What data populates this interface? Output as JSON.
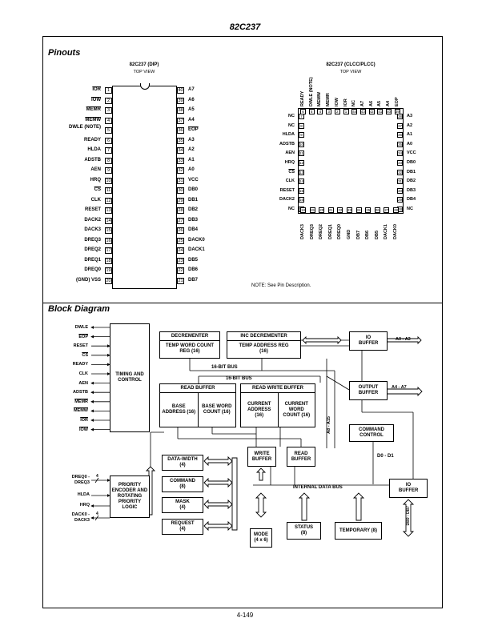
{
  "header": {
    "title": "82C237"
  },
  "pinouts": {
    "section_title": "Pinouts",
    "dip": {
      "title": "82C237 (DIP)",
      "subtitle": "TOP VIEW",
      "left_pins": [
        {
          "num": "1",
          "name": "IOR",
          "over": true
        },
        {
          "num": "2",
          "name": "IOW",
          "over": true
        },
        {
          "num": "3",
          "name": "MEMR",
          "over": true
        },
        {
          "num": "4",
          "name": "MEMW",
          "over": true
        },
        {
          "num": "5",
          "name": "DWLE (NOTE)",
          "over": false
        },
        {
          "num": "6",
          "name": "READY",
          "over": false
        },
        {
          "num": "7",
          "name": "HLDA",
          "over": false
        },
        {
          "num": "8",
          "name": "ADSTB",
          "over": false
        },
        {
          "num": "9",
          "name": "AEN",
          "over": false
        },
        {
          "num": "10",
          "name": "HRQ",
          "over": false
        },
        {
          "num": "11",
          "name": "CS",
          "over": true
        },
        {
          "num": "12",
          "name": "CLK",
          "over": false
        },
        {
          "num": "13",
          "name": "RESET",
          "over": false
        },
        {
          "num": "14",
          "name": "DACK2",
          "over": false
        },
        {
          "num": "15",
          "name": "DACK3",
          "over": false
        },
        {
          "num": "16",
          "name": "DREQ3",
          "over": false
        },
        {
          "num": "17",
          "name": "DREQ2",
          "over": false
        },
        {
          "num": "18",
          "name": "DREQ1",
          "over": false
        },
        {
          "num": "19",
          "name": "DREQ0",
          "over": false
        },
        {
          "num": "20",
          "name": "(GND) VSS",
          "over": false
        }
      ],
      "right_pins": [
        {
          "num": "40",
          "name": "A7",
          "over": false
        },
        {
          "num": "39",
          "name": "A6",
          "over": false
        },
        {
          "num": "38",
          "name": "A5",
          "over": false
        },
        {
          "num": "37",
          "name": "A4",
          "over": false
        },
        {
          "num": "36",
          "name": "EOP",
          "over": true
        },
        {
          "num": "35",
          "name": "A3",
          "over": false
        },
        {
          "num": "34",
          "name": "A2",
          "over": false
        },
        {
          "num": "33",
          "name": "A1",
          "over": false
        },
        {
          "num": "32",
          "name": "A0",
          "over": false
        },
        {
          "num": "31",
          "name": "VCC",
          "over": false
        },
        {
          "num": "30",
          "name": "DB0",
          "over": false
        },
        {
          "num": "29",
          "name": "DB1",
          "over": false
        },
        {
          "num": "28",
          "name": "DB2",
          "over": false
        },
        {
          "num": "27",
          "name": "DB3",
          "over": false
        },
        {
          "num": "26",
          "name": "DB4",
          "over": false
        },
        {
          "num": "25",
          "name": "DACK0",
          "over": false
        },
        {
          "num": "24",
          "name": "DACK1",
          "over": false
        },
        {
          "num": "23",
          "name": "DB5",
          "over": false
        },
        {
          "num": "22",
          "name": "DB6",
          "over": false
        },
        {
          "num": "21",
          "name": "DB7",
          "over": false
        }
      ]
    },
    "plcc": {
      "title": "82C237 (CLCC/PLCC)",
      "subtitle": "TOP VIEW",
      "top_pins": [
        {
          "num": "6",
          "name": "READY"
        },
        {
          "num": "5",
          "name": "DWLE (NOTE)"
        },
        {
          "num": "4",
          "name": "MEMW"
        },
        {
          "num": "3",
          "name": "MEMR"
        },
        {
          "num": "2",
          "name": "IOW"
        },
        {
          "num": "1",
          "name": "IOR"
        },
        {
          "num": "44",
          "name": "NC"
        },
        {
          "num": "43",
          "name": "A7"
        },
        {
          "num": "42",
          "name": "A6"
        },
        {
          "num": "41",
          "name": "A5"
        },
        {
          "num": "40",
          "name": "A4"
        },
        {
          "num": "39",
          "name": "EOP"
        }
      ],
      "left_pins": [
        {
          "num": "7",
          "name": "NC"
        },
        {
          "num": "8",
          "name": "NC"
        },
        {
          "num": "9",
          "name": "HLDA"
        },
        {
          "num": "10",
          "name": "ADSTB"
        },
        {
          "num": "11",
          "name": "AEN"
        },
        {
          "num": "12",
          "name": "HRQ"
        },
        {
          "num": "13",
          "name": "CS"
        },
        {
          "num": "14",
          "name": "CLK"
        },
        {
          "num": "15",
          "name": "RESET"
        },
        {
          "num": "16",
          "name": "DACK2"
        },
        {
          "num": "17",
          "name": "NC"
        }
      ],
      "right_pins": [
        {
          "num": "38",
          "name": "A3"
        },
        {
          "num": "37",
          "name": "A2"
        },
        {
          "num": "36",
          "name": "A1"
        },
        {
          "num": "35",
          "name": "A0"
        },
        {
          "num": "34",
          "name": "VCC"
        },
        {
          "num": "33",
          "name": "DB0"
        },
        {
          "num": "32",
          "name": "DB1"
        },
        {
          "num": "31",
          "name": "DB2"
        },
        {
          "num": "30",
          "name": "DB3"
        },
        {
          "num": "29",
          "name": "DB4"
        },
        {
          "num": "28",
          "name": "NC"
        }
      ],
      "bottom_pins": [
        {
          "num": "18",
          "name": "DACK3"
        },
        {
          "num": "19",
          "name": "DREQ3"
        },
        {
          "num": "20",
          "name": "DREQ2"
        },
        {
          "num": "21",
          "name": "DREQ1"
        },
        {
          "num": "22",
          "name": "DREQ0"
        },
        {
          "num": "23",
          "name": "GND"
        },
        {
          "num": "24",
          "name": "DB7"
        },
        {
          "num": "25",
          "name": "DB6"
        },
        {
          "num": "26",
          "name": "DB5"
        },
        {
          "num": "27",
          "name": "DACK1"
        },
        {
          "num": "28b",
          "name": "DACK0"
        }
      ],
      "note": "NOTE:  See Pin Description."
    }
  },
  "block": {
    "section_title": "Block Diagram",
    "signals_left": [
      "DWLE",
      "EOP",
      "RESET",
      "CS",
      "READY",
      "CLK",
      "AEN",
      "ADSTB",
      "MEMR",
      "MEMW",
      "IOR",
      "IOW"
    ],
    "timing": "TIMING AND CONTROL",
    "decrementer_title": "DECREMENTER",
    "decrementer_body": "TEMP WORD COUNT REG (16)",
    "inc_title": "INC DECREMENTER",
    "inc_body": "TEMP ADDRESS REG (16)",
    "io_buffer_1": "IO BUFFER",
    "a0_a3": "A0 - A3",
    "bus16_1": "16-BIT BUS",
    "bus16_2": "16-BIT BUS",
    "read_buffer_title": "READ BUFFER",
    "base_address": "BASE ADDRESS (16)",
    "base_word": "BASE WORD COUNT (16)",
    "rw_buffer_title": "READ WRITE BUFFER",
    "current_address": "CURRENT ADDRESS (16)",
    "current_word": "CURRENT WORD COUNT (16)",
    "output_buffer": "OUTPUT BUFFER",
    "a4_a7": "A4 - A7",
    "a8_a15": "A8 - A15",
    "command_control": "COMMAND CONTROL",
    "d0_d1": "D0 - D1",
    "data_width": "DATA-WIDTH (4)",
    "command": "COMMAND (8)",
    "mask": "MASK (4)",
    "request": "REQUEST (4)",
    "write_buffer": "WRITE BUFFER",
    "read_buffer": "READ BUFFER",
    "internal_bus": "INTERNAL DATA BUS",
    "io_buffer_2": "IO BUFFER",
    "db0_db7": "DB0 - DB7",
    "priority": "PRIORITY ENCODER AND ROTATING PRIORITY LOGIC",
    "dreq": "DREQ0 - DREQ3",
    "hlda": "HLDA",
    "hrq": "HRQ",
    "dack": "DACK0 - DACK3",
    "bus4_a": "4",
    "bus4_b": "4",
    "mode": "MODE (4 x 6)",
    "status": "STATUS (8)",
    "temporary": "TEMPORARY (8)"
  },
  "footer": {
    "page": "4-149"
  }
}
